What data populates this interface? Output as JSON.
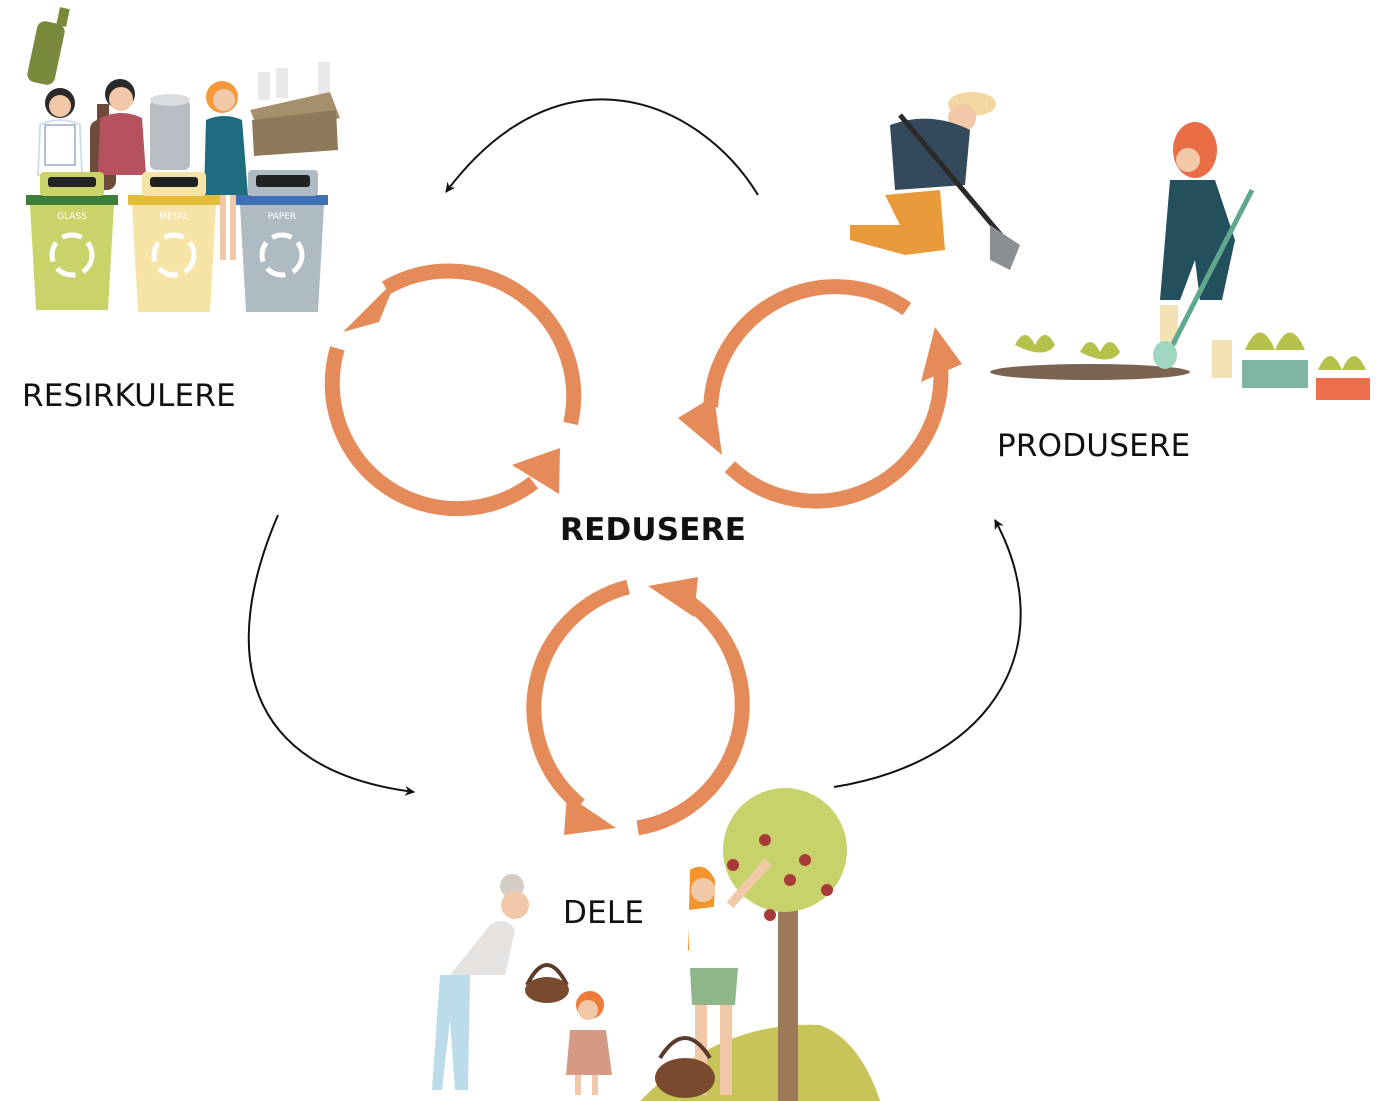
{
  "labels": {
    "recycle": "RESIRKULERE",
    "produce": "PRODUSERE",
    "reduce": "REDUSERE",
    "share": "DELE"
  },
  "bins": {
    "glass": "GLASS",
    "metal": "METAL",
    "paper": "PAPER"
  },
  "colors": {
    "cycle": "#e58a59",
    "arrow": "#111111",
    "bin_glass": "#c9d36a",
    "bin_metal": "#f6e3a6",
    "bin_paper": "#aebbc3"
  }
}
